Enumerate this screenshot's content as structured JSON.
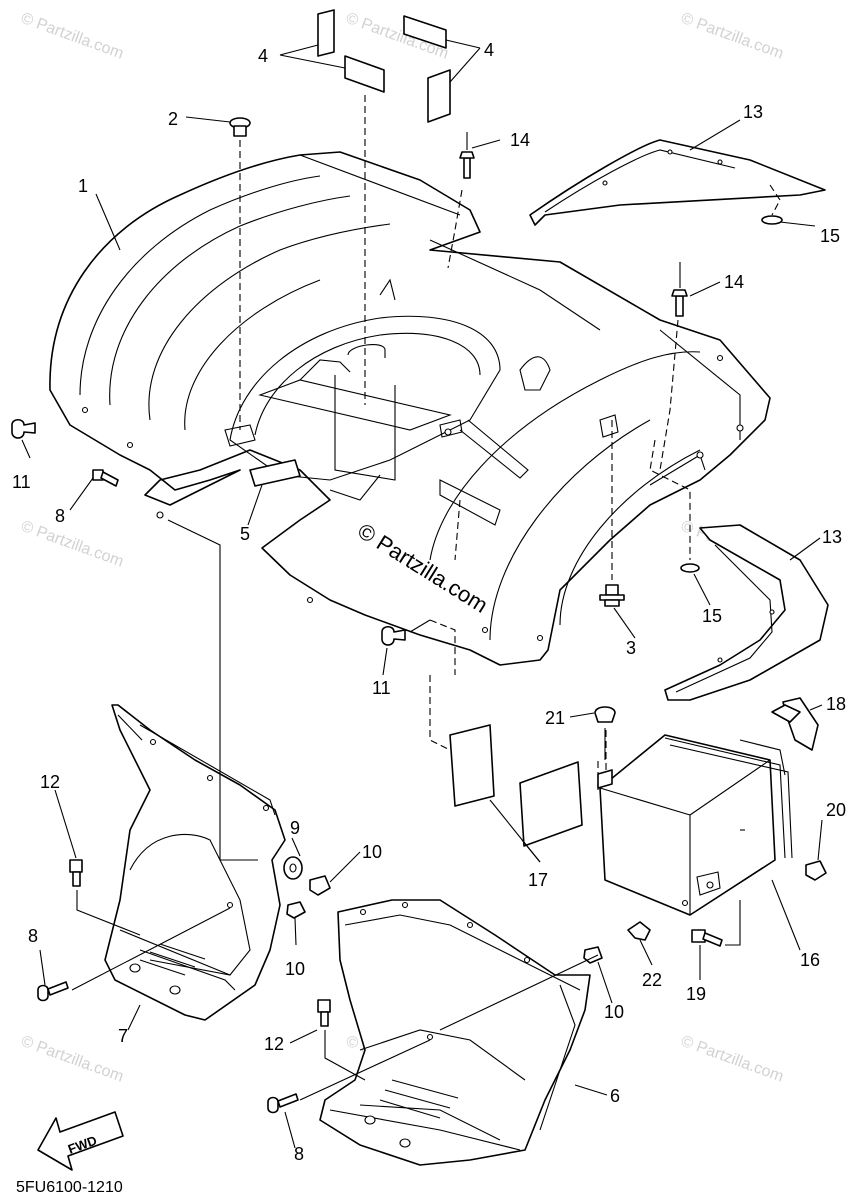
{
  "watermark": {
    "repeat_text": "© Partzilla.com",
    "center_text": "© Partzilla.com"
  },
  "diagram_code": "5FU6100-1210",
  "fwd_label": "FWD",
  "callouts": {
    "c1": "1",
    "c2": "2",
    "c3": "3",
    "c4a": "4",
    "c4b": "4",
    "c5": "5",
    "c6": "6",
    "c7": "7",
    "c8a": "8",
    "c8b": "8",
    "c8c": "8",
    "c9": "9",
    "c10a": "10",
    "c10b": "10",
    "c10c": "10",
    "c11a": "11",
    "c11b": "11",
    "c12a": "12",
    "c12b": "12",
    "c13a": "13",
    "c13b": "13",
    "c14a": "14",
    "c14b": "14",
    "c15a": "15",
    "c15b": "15",
    "c16": "16",
    "c17": "17",
    "c18": "18",
    "c19": "19",
    "c20": "20",
    "c21": "21",
    "c22": "22"
  }
}
